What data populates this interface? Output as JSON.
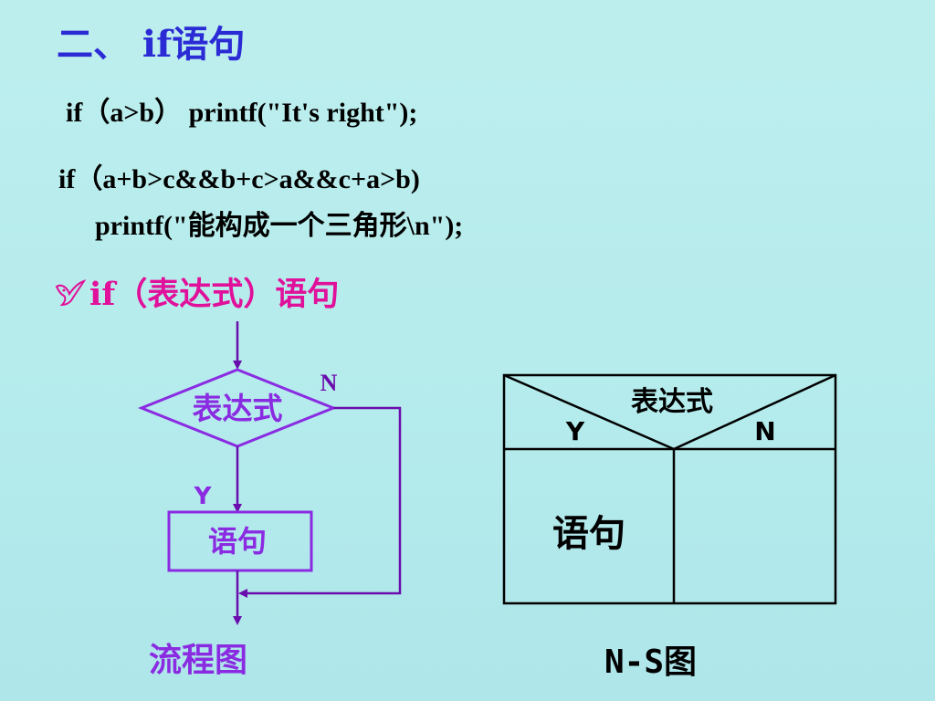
{
  "title": "二、 if语句",
  "code": {
    "line1": "if（a>b） printf(\"It's  right\");",
    "line2": "if（a+b>c&&b+c>a&&c+a>b)",
    "line3": "printf(\"能构成一个三角形\\n\");"
  },
  "bullet": {
    "icon": "dove-icon",
    "text": "if（表达式）语句"
  },
  "flowchart": {
    "condition": "表达式",
    "statement": "语句",
    "yes_label": "Y",
    "no_label": "N",
    "caption": "流程图",
    "color": "#8a2be2",
    "line_color": "#6a0dad"
  },
  "ns_chart": {
    "condition": "表达式",
    "yes_label": "Y",
    "no_label": "N",
    "statement": "语句",
    "caption": "N-S图"
  },
  "colors": {
    "title": "#2b2bd6",
    "bullet": "#e0109a",
    "background": "#bdeeee"
  }
}
